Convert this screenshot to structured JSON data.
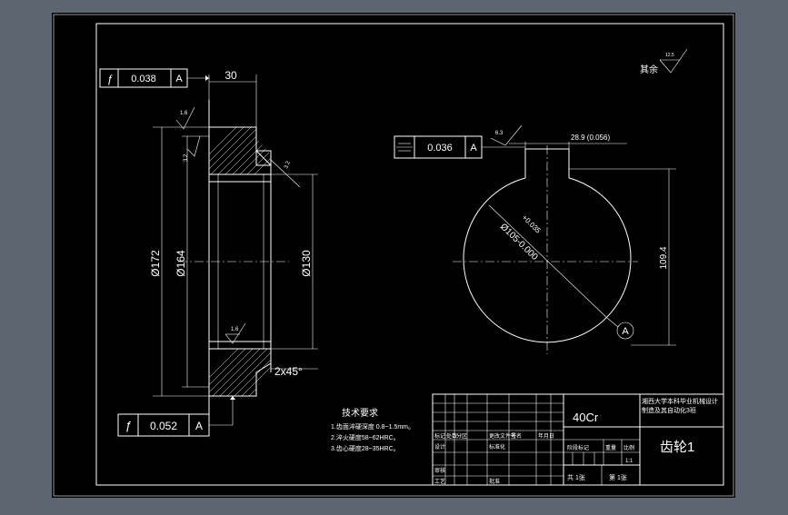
{
  "drawing": {
    "roughness_note": "其余",
    "roughness_symbol_value": "12.5"
  },
  "gear_view": {
    "face_runout_tol_top": "0.038",
    "datum_top": "A",
    "dim_width": "30",
    "roughness_face_1": "1.6",
    "roughness_face_2": "3.2",
    "roughness_chamfer": "3.2",
    "roughness_bore": "1.6",
    "dia_172": "Ø172",
    "dia_164": "Ø164",
    "dia_130": "Ø130",
    "chamfer": "2x45°",
    "face_runout_tol_bottom": "0.052",
    "datum_bottom": "A"
  },
  "hub_view": {
    "symmetry_tol": "0.036",
    "datum": "A",
    "roughness_keyway": "6.3",
    "keyway_width": "28.9 (0.056)",
    "bore_tol_upper": "+0.035",
    "bore_dia": "Ø105-0.000",
    "keyway_depth": "109.4",
    "datum_label": "A"
  },
  "tech_req": {
    "title": "技术要求",
    "items": [
      "1.齿面淬硬深度 0.8~1.5mm。",
      "2.淬火硬度58~62HRC。",
      "3.齿心硬度28~35HRC。"
    ]
  },
  "title_block": {
    "material": "40Cr",
    "school": "湘西大学本科毕业机械设计制造及其自动化3班",
    "part_name": "齿轮1",
    "labels": {
      "mark": "标记",
      "count": "处数",
      "zone": "分区",
      "change_doc": "更改文件号",
      "signature": "签名",
      "date": "年月日",
      "design": "设计",
      "standardize": "标准化",
      "stage_mark": "阶段标记",
      "weight": "重量",
      "scale": "比例",
      "review": "审核",
      "process": "工艺",
      "approve": "批准",
      "total": "共 1张",
      "sheet": "第 1张",
      "sig_short": "签名",
      "scale_value": "1:1"
    }
  }
}
